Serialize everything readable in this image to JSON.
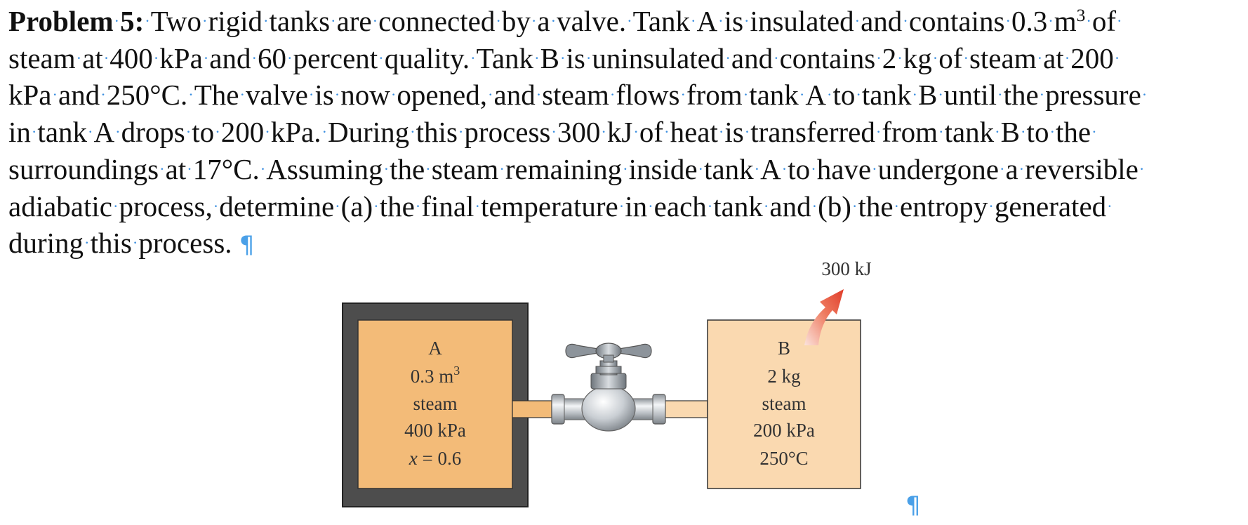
{
  "problem": {
    "label": "Problem",
    "number": "5:",
    "lines": [
      [
        "Two",
        "rigid",
        "tanks",
        "are",
        "connected",
        "by",
        "a",
        "valve.",
        "Tank",
        "A",
        "is",
        "insulated",
        "and",
        "contains",
        "0.3",
        "m³",
        "of"
      ],
      [
        "steam",
        "at",
        "400",
        "kPa",
        "and",
        "60",
        "percent",
        "quality.",
        "Tank",
        "B",
        "is",
        "uninsulated",
        "and",
        "contains",
        "2",
        "kg",
        "of",
        "steam",
        "at",
        "200"
      ],
      [
        "kPa",
        "and",
        "250°C.",
        "The",
        "valve",
        "is",
        "now",
        "opened,",
        "and",
        "steam",
        "flows",
        "from",
        "tank",
        "A",
        "to",
        "tank",
        "B",
        "until",
        "the",
        "pressure"
      ],
      [
        "in",
        "tank",
        "A",
        "drops",
        "to",
        "200",
        "kPa.",
        "During",
        "this",
        "process",
        "300",
        "kJ",
        "of",
        "heat",
        "is",
        "transferred",
        "from",
        "tank",
        "B",
        "to",
        "the"
      ],
      [
        "surroundings",
        "at",
        "17°C.",
        "Assuming",
        "the",
        "steam",
        "remaining",
        "inside",
        "tank",
        "A",
        "to",
        "have",
        "undergone",
        "a",
        "reversible"
      ],
      [
        "adiabatic",
        "process,",
        "determine",
        "(a)",
        "the",
        "final",
        "temperature",
        "in",
        "each",
        "tank",
        "and",
        "(b)",
        "the",
        "entropy",
        "generated"
      ],
      [
        "during",
        "this",
        "process."
      ]
    ],
    "pilcrow": "¶"
  },
  "figure": {
    "heat_label": "300 kJ",
    "tank_a": {
      "name": "A",
      "volume": "0.3 m",
      "volume_exp": "3",
      "substance": "steam",
      "pressure": "400 kPa",
      "quality_var": "x",
      "quality_val": " = 0.6"
    },
    "tank_b": {
      "name": "B",
      "mass": "2 kg",
      "substance": "steam",
      "pressure": "200 kPa",
      "temperature": "250°C"
    },
    "end_pilcrow": "¶",
    "colors": {
      "tank_a_fill": "#f3bb78",
      "tank_b_fill": "#fad9b0",
      "insulation": "#4d4d4d",
      "arrow": "#e03d2a",
      "formatting_marks": "#4aa0e8"
    }
  }
}
